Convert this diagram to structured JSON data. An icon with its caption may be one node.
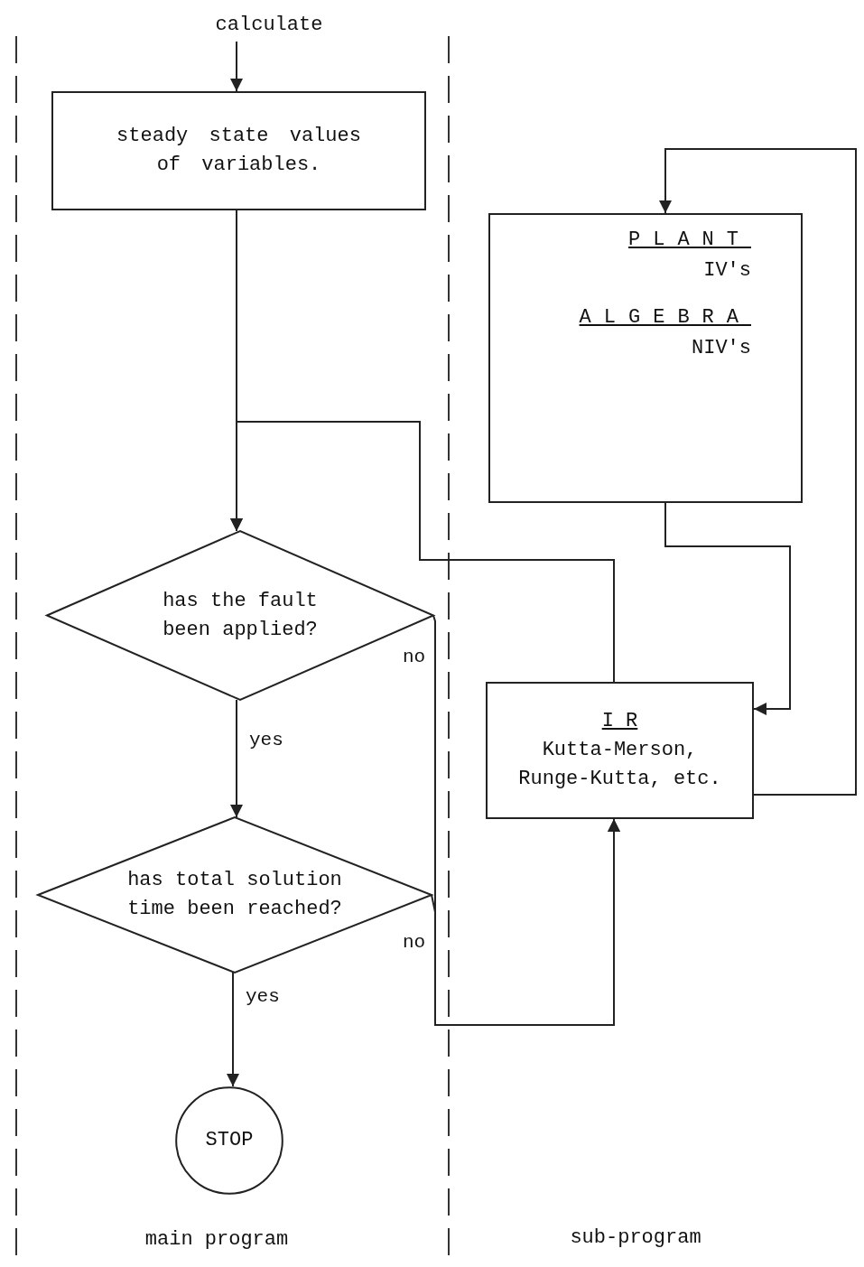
{
  "diagram": {
    "nodes": [
      {
        "text": [
          "calculate"
        ]
      },
      {
        "text": [
          "steady state values of variables."
        ]
      },
      {
        "text": [
          "has the fault been applied?"
        ]
      },
      {
        "text": [
          "has total solution time been reached?"
        ]
      },
      {
        "text": [
          "STOP"
        ]
      },
      {
        "text": [
          "PLANT",
          "IV's",
          "ALGEBRA",
          "NIV's"
        ]
      },
      {
        "text": [
          "I R",
          "Kutta-Merson, Runge-Kutta, etc."
        ]
      }
    ],
    "edges": [
      {
        "from": 0,
        "to": 1,
        "arrow": "to"
      },
      {
        "from": 1,
        "to": 2,
        "arrow": "to"
      },
      {
        "from": 6,
        "to": 2,
        "arrow": "to"
      },
      {
        "from": 2,
        "to": 3,
        "arrow": "to",
        "label": "yes"
      },
      {
        "from": 2,
        "to": 6,
        "arrow": "to",
        "label": "no"
      },
      {
        "from": 3,
        "to": 4,
        "arrow": "to",
        "label": "yes"
      },
      {
        "from": 3,
        "to": 6,
        "arrow": "to",
        "label": "no"
      },
      {
        "from": 6,
        "to": 5,
        "arrow": "to"
      },
      {
        "from": 5,
        "to": 6,
        "arrow": "to"
      }
    ],
    "labels": [
      "main program",
      "sub-program"
    ]
  }
}
